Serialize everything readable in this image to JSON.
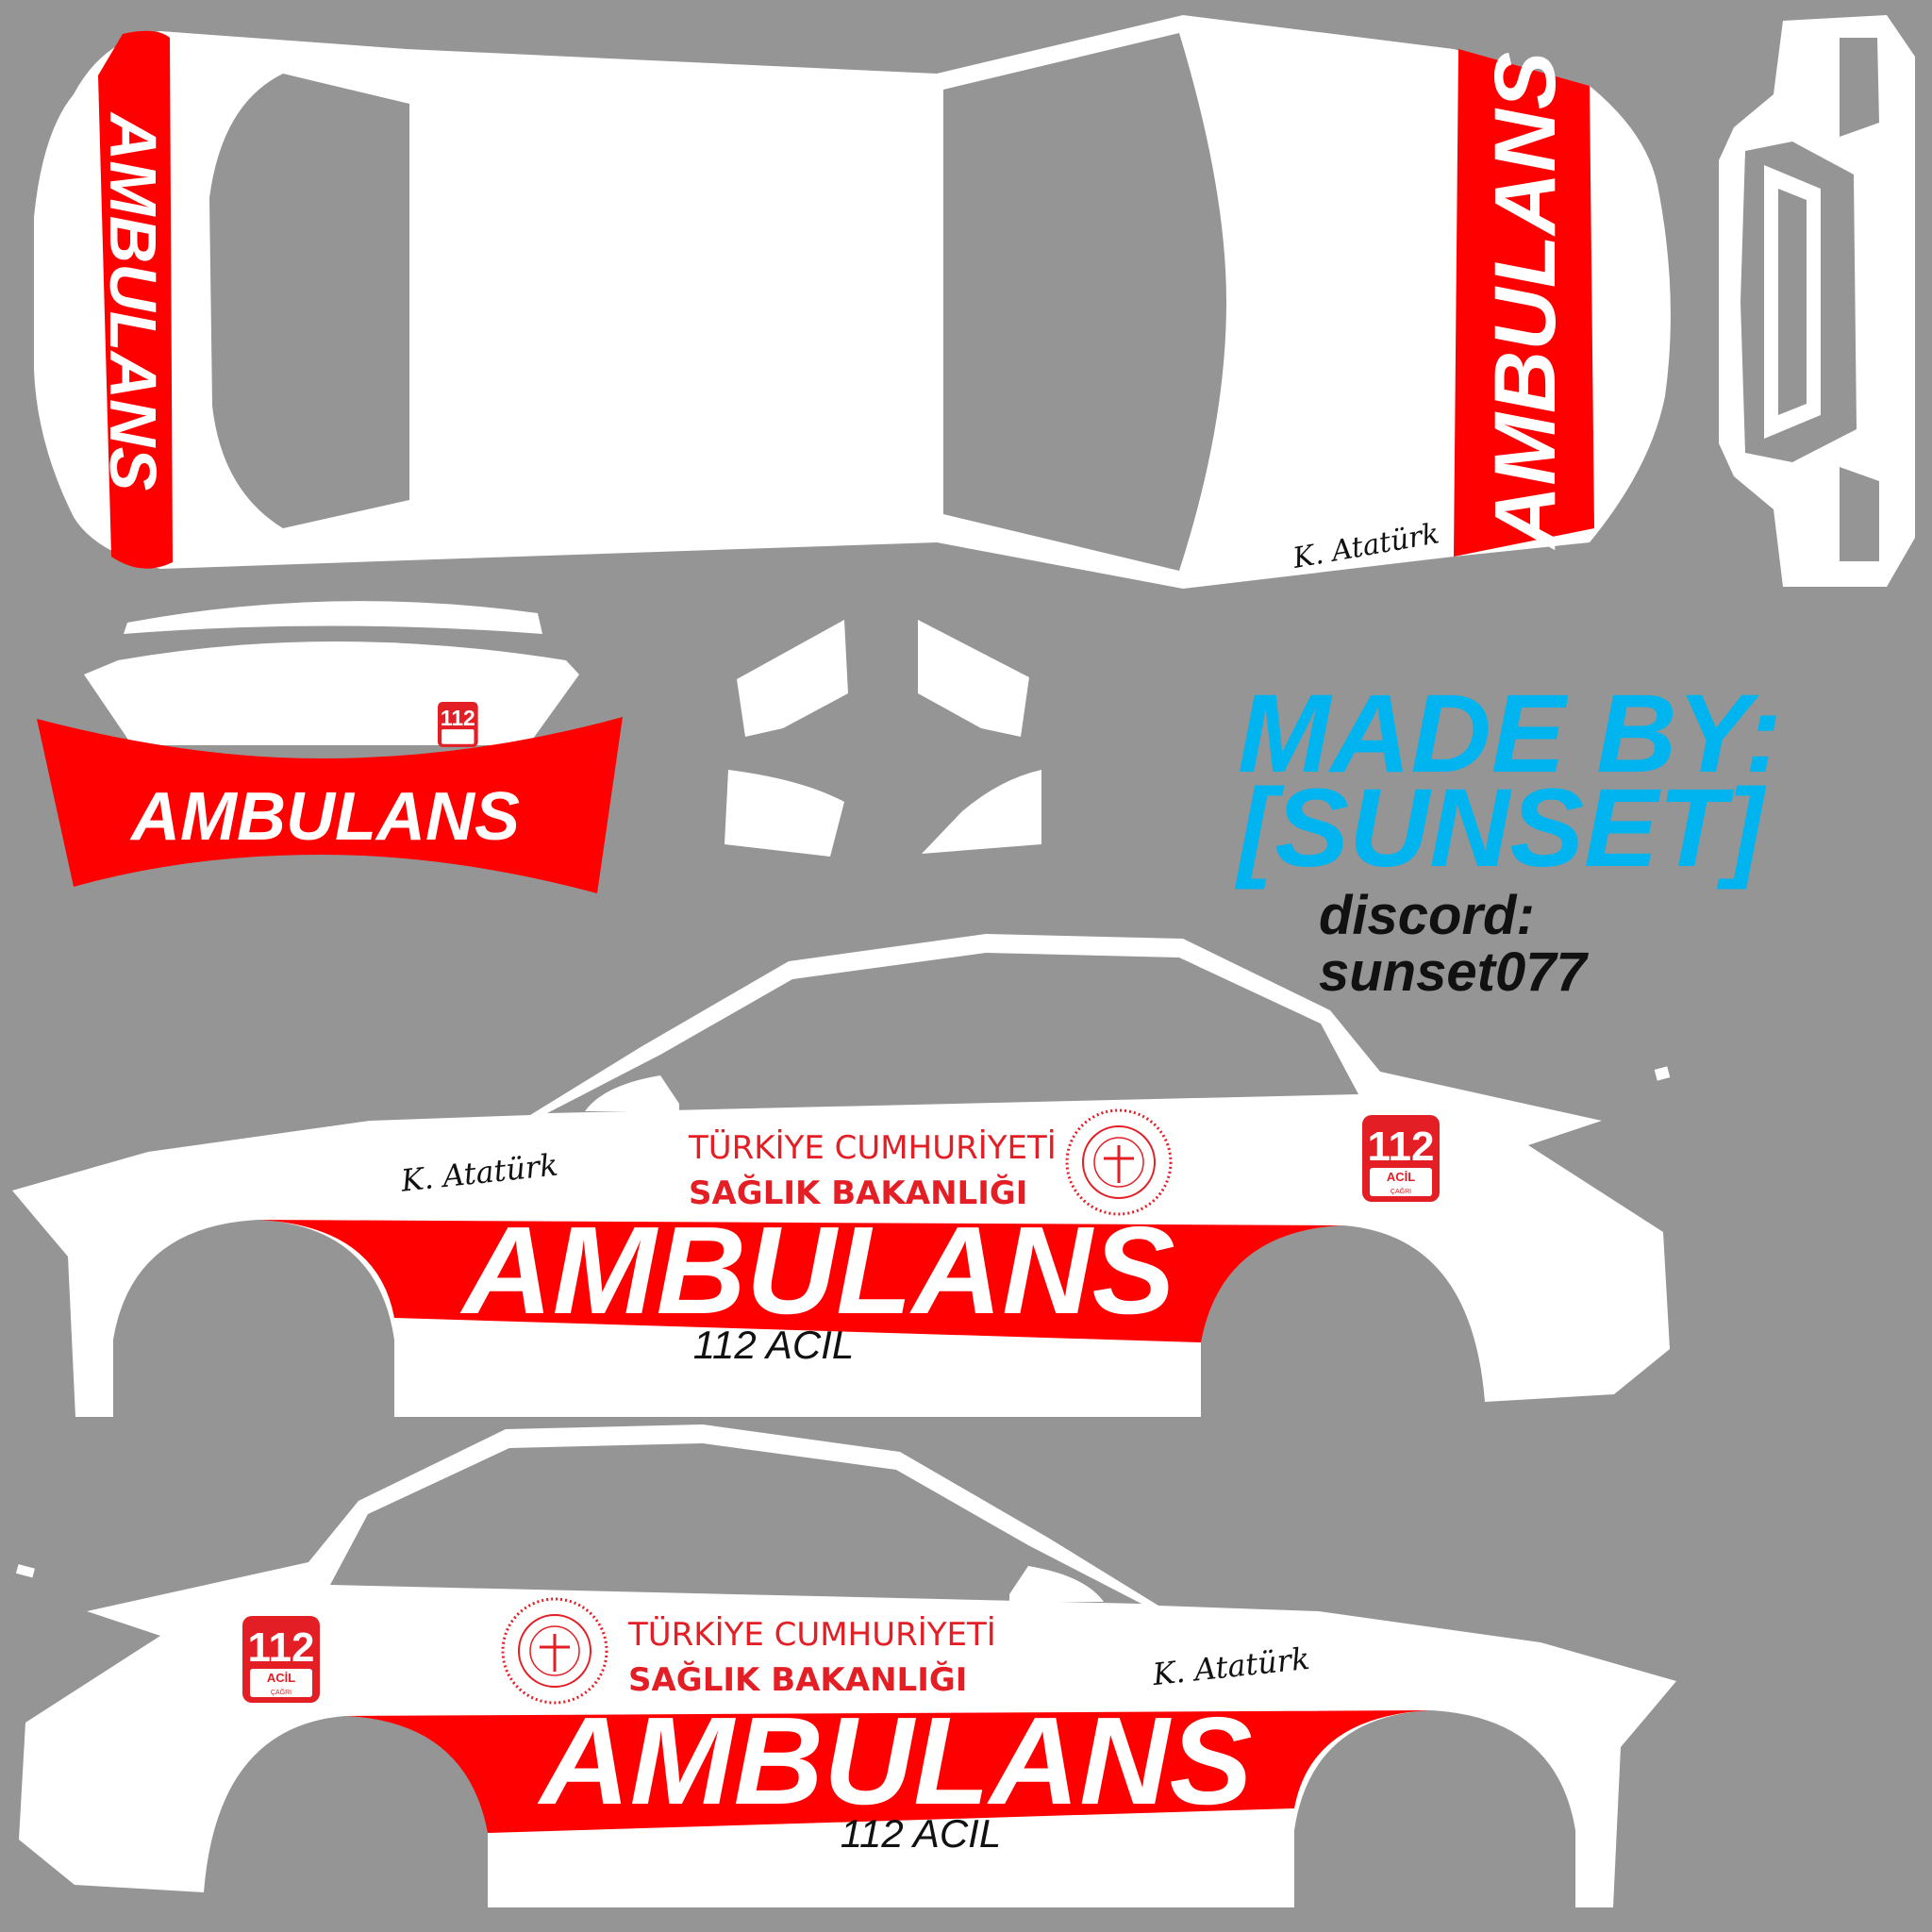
{
  "colors": {
    "background": "#959595",
    "body": "#ffffff",
    "stripe": "#ff0000",
    "credit": "#00b4f0",
    "discord": "#111111"
  },
  "livery": {
    "main_label": "AMBULANS",
    "sub_label": "112 ACIL",
    "ministry_line1": "TÜRKİYE CUMHURİYETİ",
    "ministry_line2": "SAĞLIK BAKANLIĞI",
    "seal_text": "TÜRKİYE CUMHURİYETİ SAĞLIK BAKANLIĞI",
    "signature": "K. Atatürk",
    "badge": {
      "number": "112",
      "line1": "ACİL",
      "line2": "ÇAĞRI"
    }
  },
  "credits": {
    "line1": "MADE BY:",
    "line2": "[SUNSET]",
    "discord_label": "discord:",
    "discord_user": "sunset077"
  }
}
